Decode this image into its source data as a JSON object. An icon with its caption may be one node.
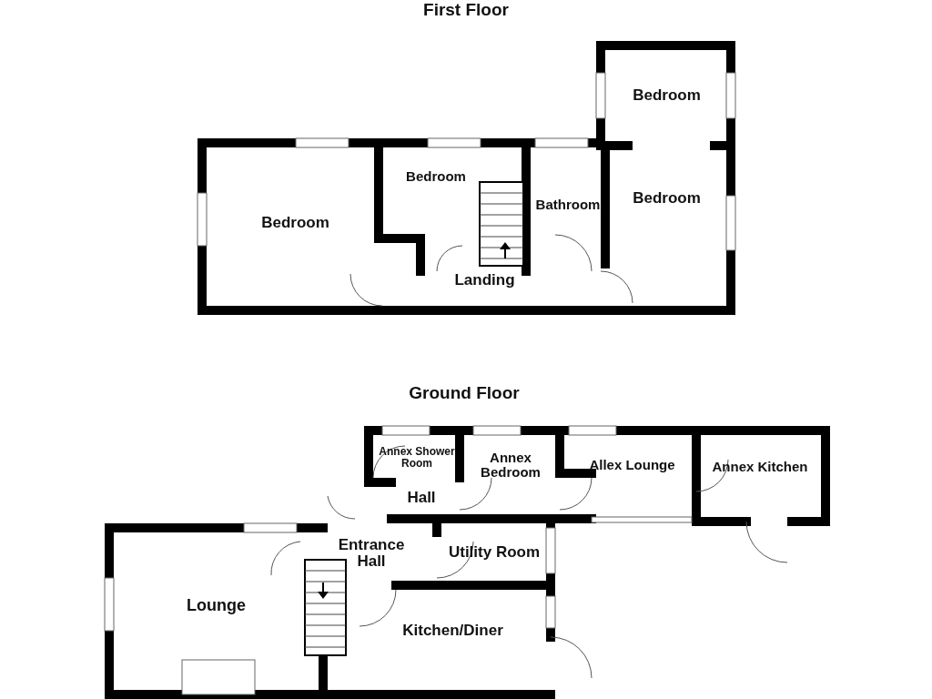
{
  "diagram": {
    "nodes": [
      {
        "text": [
          "Bedroom"
        ]
      },
      {
        "text": [
          "Bedroom"
        ]
      },
      {
        "text": [
          "Bathroom"
        ]
      },
      {
        "text": [
          "Bedroom"
        ]
      },
      {
        "text": [
          "Bedroom"
        ]
      },
      {
        "text": [
          "Landing"
        ]
      },
      {
        "text": [
          "Annex Shower Room"
        ]
      },
      {
        "text": [
          "Annex Bedroom"
        ]
      },
      {
        "text": [
          "Allex Lounge"
        ]
      },
      {
        "text": [
          "Annex Kitchen"
        ]
      },
      {
        "text": [
          "Hall"
        ]
      },
      {
        "text": [
          "Entrance Hall"
        ]
      },
      {
        "text": [
          "Utility Room"
        ]
      },
      {
        "text": [
          "Lounge"
        ]
      },
      {
        "text": [
          "Kitchen/Diner"
        ]
      }
    ],
    "labels": [
      "First Floor",
      "Ground Floor"
    ]
  }
}
